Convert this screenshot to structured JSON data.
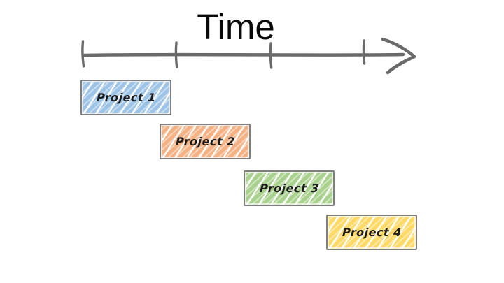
{
  "title": {
    "label": "Time"
  },
  "timeline": {
    "color": "#6a6a6a",
    "tick_count": 4,
    "direction": "right-arrow"
  },
  "projects": [
    {
      "label": "Project 1",
      "color": "#9DC3E6"
    },
    {
      "label": "Project 2",
      "color": "#F4B183"
    },
    {
      "label": "Project 3",
      "color": "#A9D18E"
    },
    {
      "label": "Project 4",
      "color": "#FFD966"
    }
  ],
  "colors": {
    "background": "#ffffff",
    "box_border": "#7f7f7f",
    "label_text": "#1b1b1b",
    "title_text": "#0a0a0a"
  }
}
